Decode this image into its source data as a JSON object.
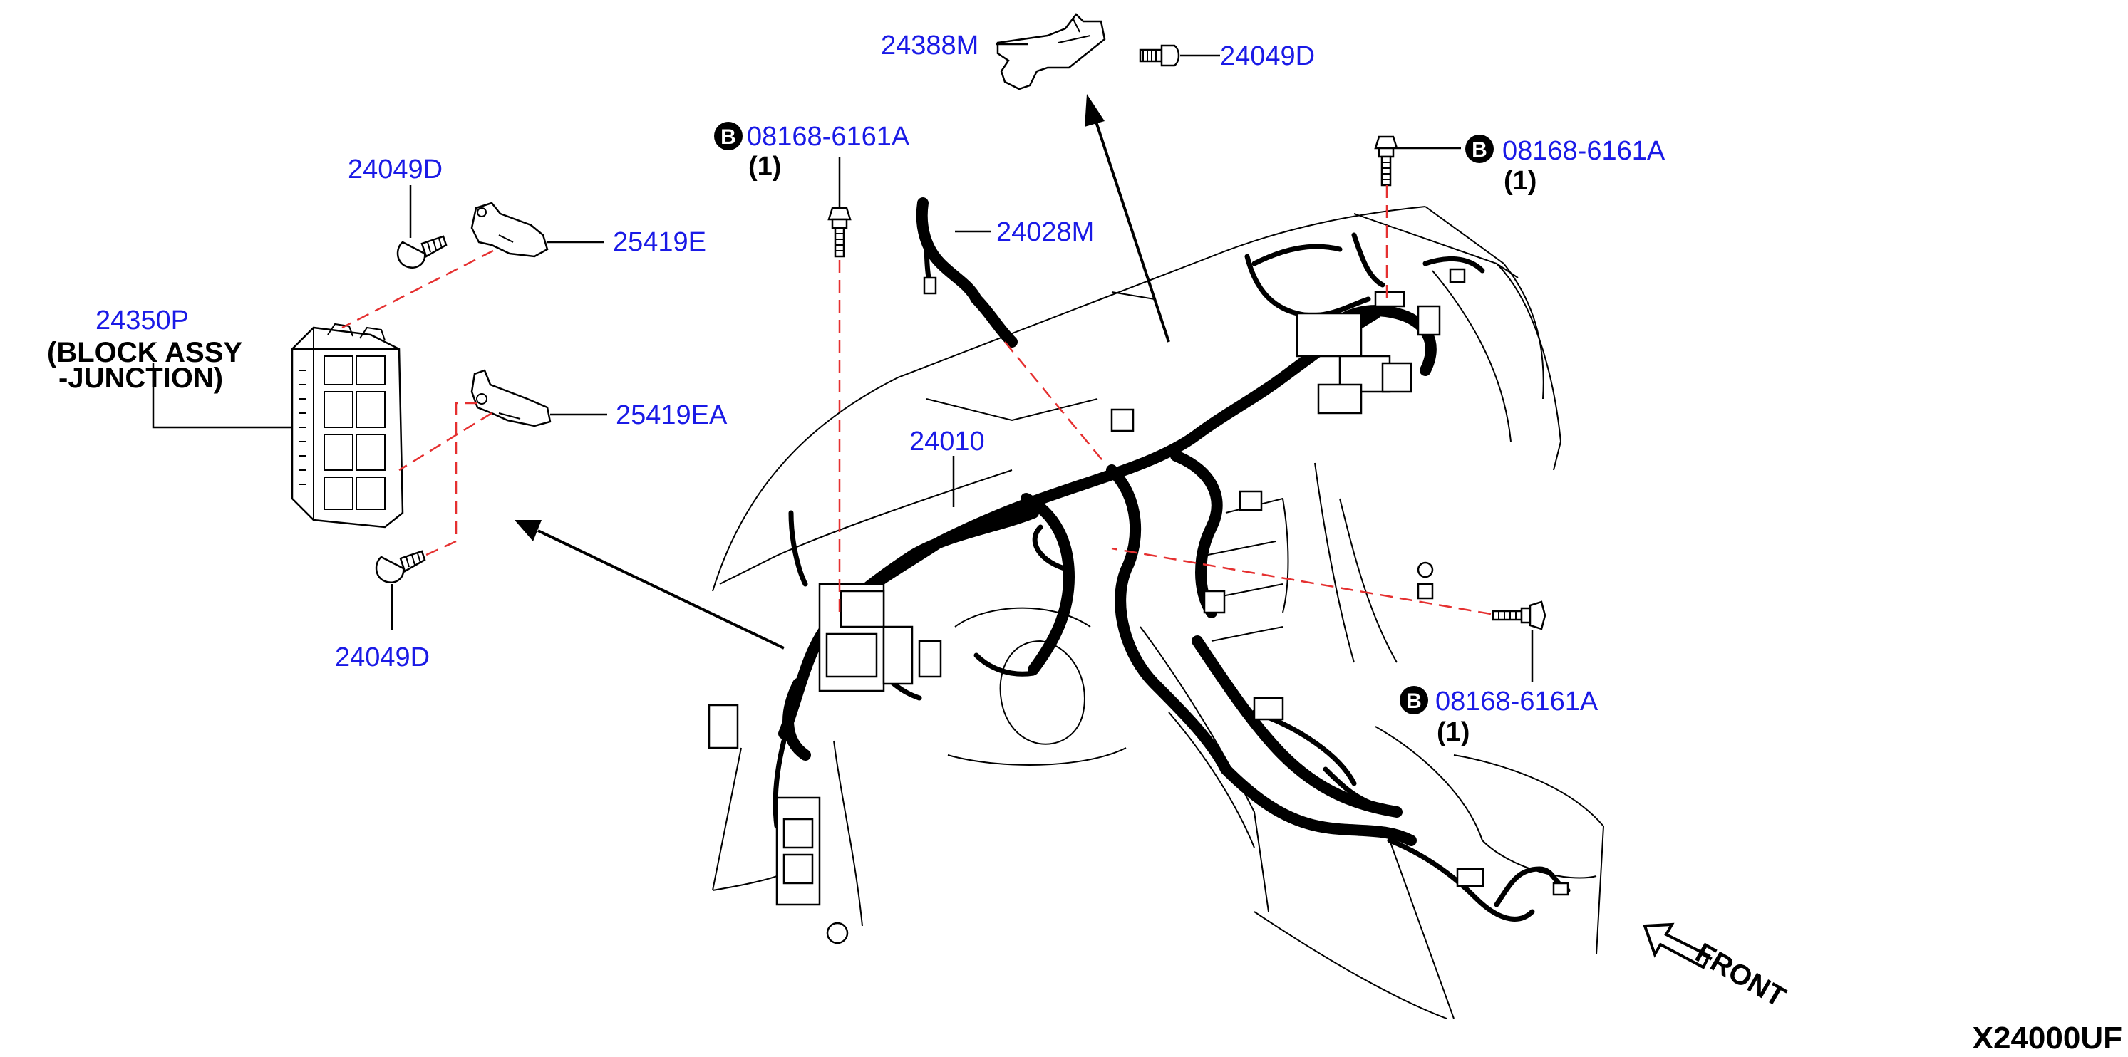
{
  "parts": {
    "p_24388M": "24388M",
    "p_24049D_top": "24049D",
    "p_08168_a": "08168-6161A",
    "p_08168_a_qty": "(1)",
    "p_08168_b": "08168-6161A",
    "p_08168_b_qty": "(1)",
    "p_24049D_left": "24049D",
    "p_25419E": "25419E",
    "p_24028M": "24028M",
    "p_24350P": "24350P",
    "p_24350P_caption_1": "(BLOCK ASSY",
    "p_24350P_caption_2": "-JUNCTION)",
    "p_25419EA": "25419EA",
    "p_24010": "24010",
    "p_24049D_bottom": "24049D",
    "p_08168_c": "08168-6161A",
    "p_08168_c_qty": "(1)"
  },
  "bolt_marker": "B",
  "front_label": "FRONT",
  "diagram_code": "X24000UF",
  "colors": {
    "part_number": "#1a1ae6",
    "leader_dashed": "#e53030",
    "line": "#000000"
  }
}
